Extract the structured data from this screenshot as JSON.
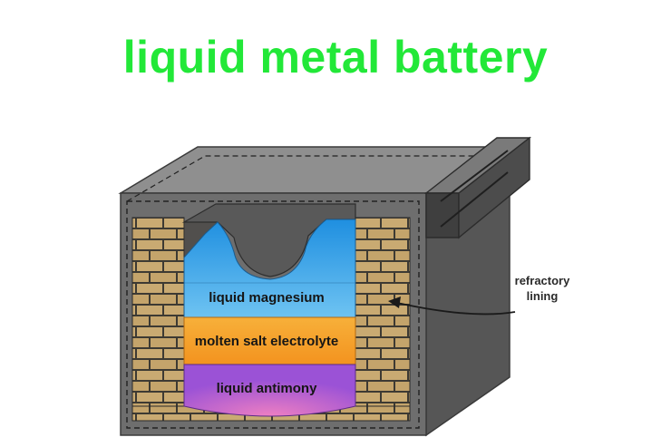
{
  "title": "liquid metal battery",
  "layers": {
    "top": "liquid magnesium",
    "middle": "molten salt electrolyte",
    "bottom": "liquid antimony"
  },
  "callout": {
    "line1": "refractory",
    "line2": "lining"
  },
  "colors": {
    "title": "#22e838",
    "magnesium": "#3aa7e6",
    "electrolyte": "#f6a52a",
    "antimony": "#a45bd6",
    "brick": "#c8a870",
    "casing_front": "#6b6b6b",
    "casing_side": "#545454",
    "casing_top": "#8e8e8e"
  }
}
